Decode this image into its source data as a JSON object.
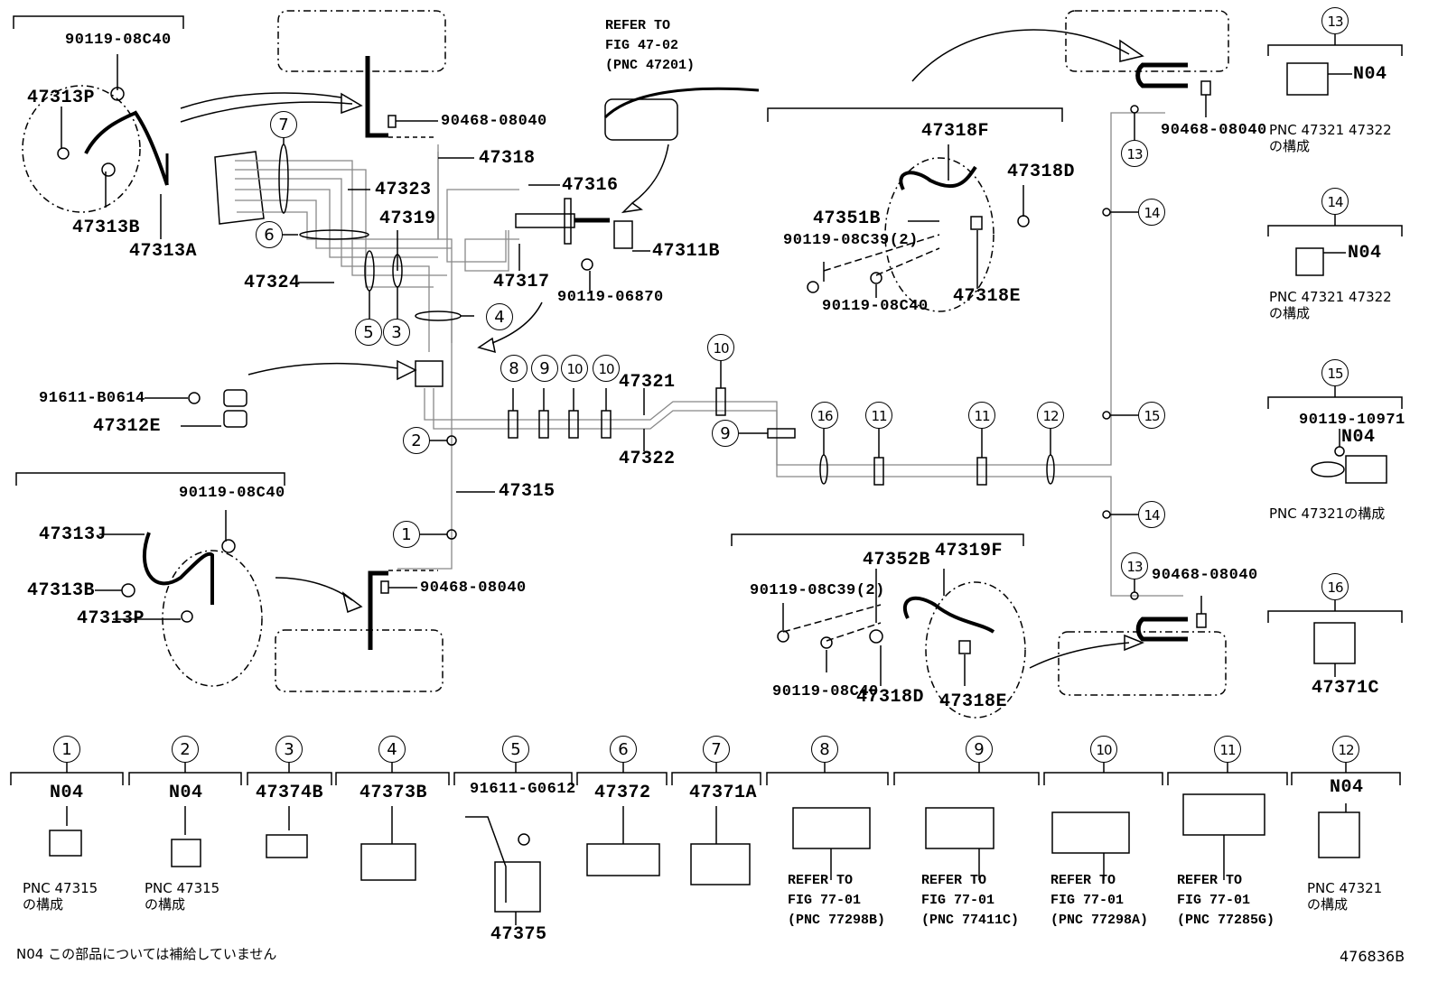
{
  "figure_id": "476836B",
  "footnote": "N04 この部品については補給していません",
  "main_refer": [
    "REFER TO",
    "FIG 47-02",
    "(PNC 47201)"
  ],
  "labels": {
    "p90119_08C40_tl": "90119-08C40",
    "p47313P_tl": "47313P",
    "p47313B_tl": "47313B",
    "p47313A": "47313A",
    "p90468_08040_t": "90468-08040",
    "p47318": "47318",
    "p47323": "47323",
    "p47319": "47319",
    "p47324": "47324",
    "p47316": "47316",
    "p47317": "47317",
    "p47311B": "47311B",
    "p90119_06870": "90119-06870",
    "p91611_B0614": "91611-B0614",
    "p47312E": "47312E",
    "p47321": "47321",
    "p47322": "47322",
    "p47315": "47315",
    "p90119_08C40_bl": "90119-08C40",
    "p47313J": "47313J",
    "p47313B_bl": "47313B",
    "p47313P_bl": "47313P",
    "p90468_08040_b": "90468-08040",
    "p47318F": "47318F",
    "p47318D_t": "47318D",
    "p47351B": "47351B",
    "p90119_08C39_t": "90119-08C39(2)",
    "p90119_08C40_tr": "90119-08C40",
    "p47318E_t": "47318E",
    "p90468_08040_tr": "90468-08040",
    "p90468_08040_br": "90468-08040",
    "p47352B": "47352B",
    "p47319F": "47319F",
    "p90119_08C39_b": "90119-08C39(2)",
    "p90119_08C40_br": "90119-08C40",
    "p47318D_b": "47318D",
    "p47318E_b": "47318E"
  },
  "callouts_main": {
    "c1": "1",
    "c2": "2",
    "c3": "3",
    "c4": "4",
    "c5": "5",
    "c6": "6",
    "c7": "7",
    "c8": "8",
    "c9a": "9",
    "c10a": "10",
    "c10b": "10",
    "c10c": "10",
    "c9b": "9",
    "c16": "16",
    "c11a": "11",
    "c11b": "11",
    "c12": "12",
    "c13": "13",
    "c14a": "14",
    "c15": "15",
    "c14b": "14",
    "c13b": "13"
  },
  "side_parts": [
    {
      "num": "13",
      "part": "N04",
      "note": "PNC 47321 47322\nの構成"
    },
    {
      "num": "14",
      "part": "N04",
      "note": "PNC 47321 47322\nの構成"
    },
    {
      "num": "15",
      "bolt": "90119-10971",
      "part": "N04",
      "note": "PNC 47321の構成"
    },
    {
      "num": "16",
      "part": "47371C"
    }
  ],
  "bottom_parts": [
    {
      "num": "1",
      "part": "N04",
      "note": "PNC 47315\nの構成"
    },
    {
      "num": "2",
      "part": "N04",
      "note": "PNC 47315\nの構成"
    },
    {
      "num": "3",
      "part": "47374B"
    },
    {
      "num": "4",
      "part": "47373B"
    },
    {
      "num": "5",
      "bolt": "91611-G0612",
      "part": "47375"
    },
    {
      "num": "6",
      "part": "47372"
    },
    {
      "num": "7",
      "part": "47371A"
    },
    {
      "num": "8",
      "refer": "REFER TO\nFIG 77-01\n(PNC 77298B)"
    },
    {
      "num": "9",
      "refer": "REFER TO\nFIG 77-01\n(PNC 77411C)"
    },
    {
      "num": "10",
      "refer": "REFER TO\nFIG 77-01\n(PNC 77298A)"
    },
    {
      "num": "11",
      "refer": "REFER TO\nFIG 77-01\n(PNC 77285G)"
    },
    {
      "num": "12",
      "part": "N04",
      "note": "PNC 47321\nの構成"
    }
  ]
}
